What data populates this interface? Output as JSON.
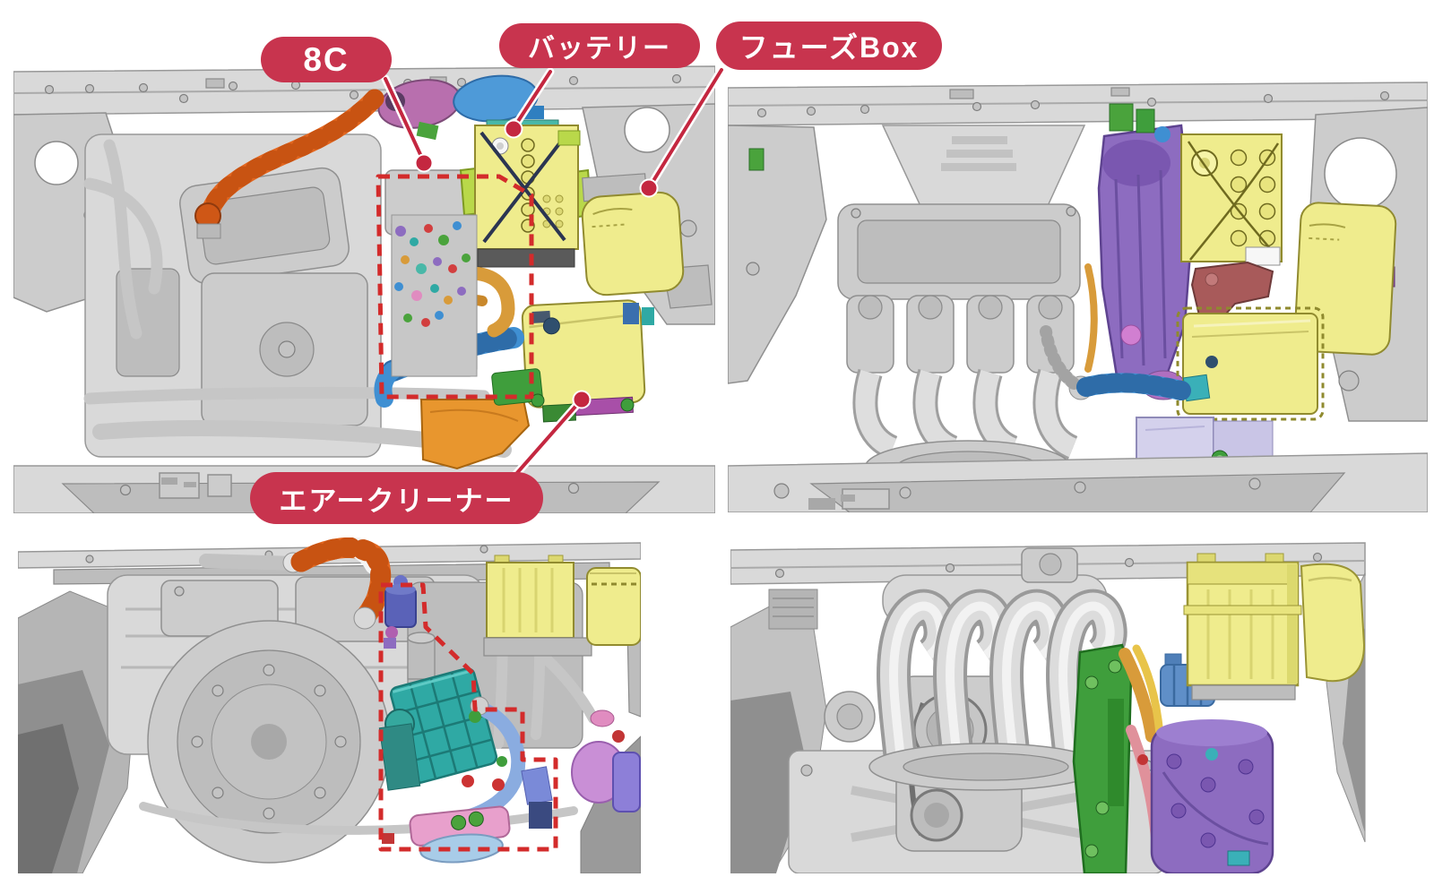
{
  "figure": {
    "labels": {
      "unit_8c": "8C",
      "battery": "バッテリー",
      "fuse_box": "フューズBox",
      "air_cleaner": "エアークリーナー"
    },
    "colors": {
      "label_pill_bg": "#c8344e",
      "label_text": "#ffffff",
      "leader_line": "#c42740",
      "dashed_outline": "#d32b2b",
      "highlight_yellow": "#efec8d",
      "hose_orange": "#e2661f",
      "intake_hose_blue": "#3f8fd2",
      "pipe_amber": "#d89b3a",
      "transmission_purple": "#8d6cc0",
      "bracket_green": "#3f9e3c",
      "exchanger_teal": "#2fa9a4",
      "part_pink": "#e8a0cc",
      "box_lavender": "#d4d1ec",
      "bracket_dark_red": "#a85a5a",
      "battery_mount_lime": "#b9d84a",
      "canister_indigo": "#5a62b8",
      "pipe_blue_light": "#8aace0",
      "body_gray": "#d9d9d9"
    },
    "panels": [
      {
        "id": "top-left",
        "view": "hybrid-engine-bay-top"
      },
      {
        "id": "top-right",
        "view": "conventional-engine-bay-top"
      },
      {
        "id": "bottom-left",
        "view": "hybrid-engine-bay-front"
      },
      {
        "id": "bottom-right",
        "view": "conventional-engine-bay-front"
      }
    ]
  }
}
